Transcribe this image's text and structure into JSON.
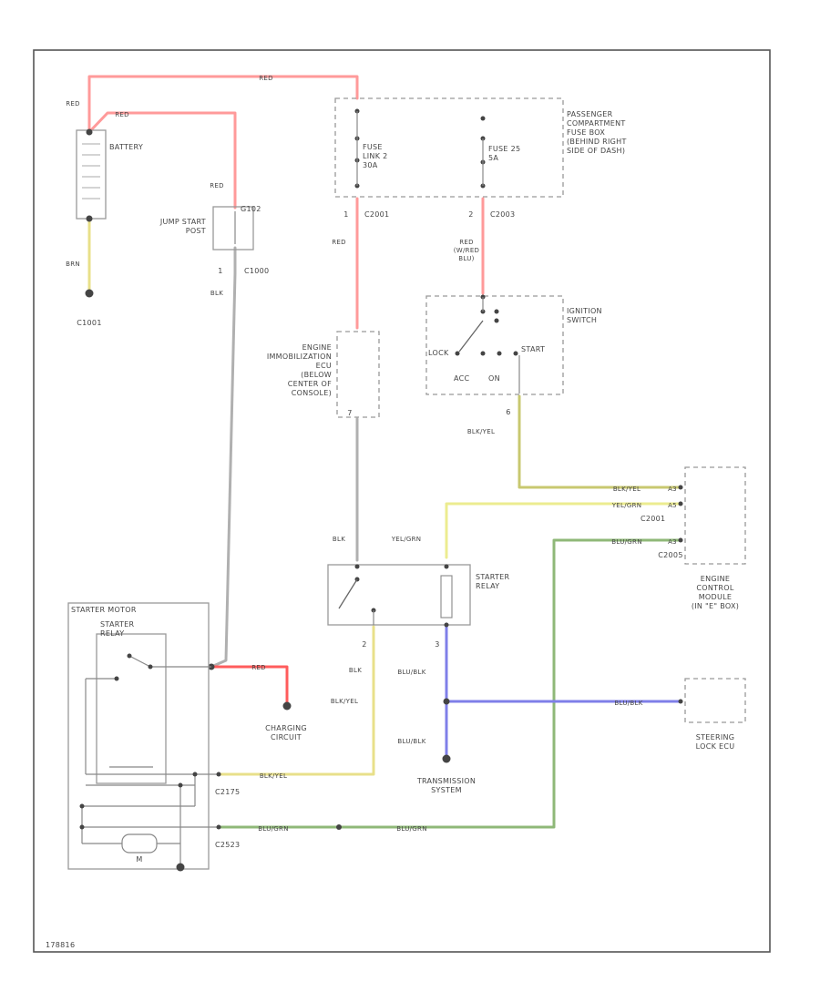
{
  "colors": {
    "red": "#ff9a9a",
    "yellow": "#e8e08a",
    "gray": "#b0b0b0",
    "green": "#8fb878",
    "blue": "#7f7fe8",
    "frame": "#555555"
  },
  "labels": {
    "battery": "BATTERY",
    "c1001": "C1001",
    "jump_start_post": "JUMP START\nPOST",
    "c1000": "C1000",
    "g102": "G102",
    "fuse_link": "FUSE\nLINK 2\n30A",
    "fuse_25": "FUSE 25\n5A",
    "passenger_box": "PASSENGER\nCOMPARTMENT\nFUSE BOX\n(BEHIND RIGHT\nSIDE OF DASH)",
    "c2001": "C2001",
    "c2003": "C2003",
    "ignition_switch": "IGNITION\nSWITCH",
    "ign_lock": "LOCK",
    "ign_start": "START",
    "ign_acc": "ACC",
    "ign_on": "ON",
    "immobilizer": "ENGINE\nIMMOBILIZATION\nECU\n(BELOW\nCENTER OF\nCONSOLE)",
    "starter_relay": "STARTER\nRELAY",
    "ecm": "ENGINE\nCONTROL\nMODULE\n(IN \"E\" BOX)",
    "c2001_ecm": "C2001",
    "c2005": "C2005",
    "steering_lock": "STEERING\nLOCK ECU",
    "starter_motor": "STARTER MOTOR",
    "starter_motor_relay": "STARTER\nRELAY",
    "m": "M",
    "charging_circuit": "CHARGING\nCIRCUIT",
    "c2175": "C2175",
    "c2523": "C2523",
    "transmission_system": "TRANSMISSION\nSYSTEM",
    "footer": "178816"
  },
  "wires": {
    "red_top": "RED",
    "red_batt": "RED",
    "red_left": "RED",
    "red_jump": "RED",
    "brn": "BRN",
    "blk_jump": "BLK",
    "red_immob": "RED",
    "red_fuse25": "RED\n(W/RED\nBLU)",
    "blk_yel_ign": "BLK/YEL",
    "blk_yel_ecm": "BLK/YEL",
    "yel_grn_ecm": "YEL/GRN",
    "blu_grn_ecm": "BLU/GRN",
    "blk_relay": "BLK",
    "yel_grn_relay": "YEL/GRN",
    "blk_relay_bot": "BLK",
    "blk_yel_relay": "BLK/YEL",
    "blu_blk_relay": "BLU/BLK",
    "blu_blk_steer": "BLU/BLK",
    "blu_blk_trans": "BLU/BLK",
    "red_charging": "RED",
    "blk_yel_bottom": "BLK/YEL",
    "blu_grn_bottom1": "BLU/GRN",
    "blu_grn_bottom2": "BLU/GRN"
  },
  "pins": {
    "c2001_pin": "1",
    "c2003_pin": "2",
    "c1000_pin": "1",
    "immob_pin": "7",
    "ign_pin": "6",
    "ecm_pin1": "A3",
    "ecm_pin2": "A5",
    "ecm_pin3": "A3",
    "relay_pin2": "2",
    "relay_pin3": "3"
  }
}
